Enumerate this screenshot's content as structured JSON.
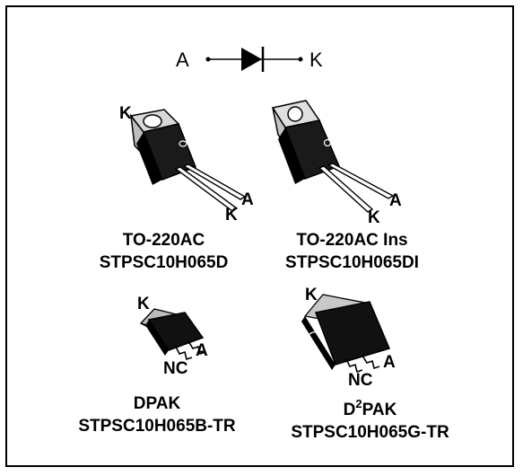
{
  "symbol": {
    "anode": "A",
    "cathode": "K"
  },
  "packages": [
    {
      "name": "TO-220AC",
      "part": "STPSC10H065D",
      "pins": {
        "tab": "K",
        "lead1": "K",
        "lead2": "A"
      }
    },
    {
      "name": "TO-220AC Ins",
      "part": "STPSC10H065DI",
      "pins": {
        "lead1": "K",
        "lead2": "A"
      }
    },
    {
      "name": "DPAK",
      "part": "STPSC10H065B-TR",
      "pins": {
        "tab": "K",
        "lead1": "NC",
        "lead2": "A"
      }
    },
    {
      "name_prefix": "D",
      "name_sup": "2",
      "name_suffix": "PAK",
      "part": "STPSC10H065G-TR",
      "pins": {
        "tab": "K",
        "lead1": "NC",
        "lead2": "A"
      }
    }
  ]
}
